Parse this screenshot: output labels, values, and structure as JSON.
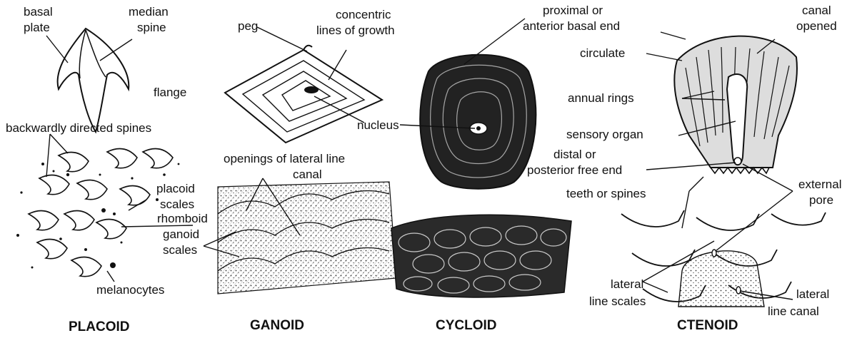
{
  "sections": [
    {
      "id": "placoid",
      "title": "PLACOID"
    },
    {
      "id": "ganoid",
      "title": "GANOID"
    },
    {
      "id": "cycloid",
      "title": "CYCLOID"
    },
    {
      "id": "ctenoid",
      "title": "CTENOID"
    }
  ],
  "labels": {
    "basal_plate": [
      "basal",
      "plate"
    ],
    "median_spine": [
      "median",
      "spine"
    ],
    "flange": "flange",
    "backwardly_directed_spines": "backwardly directed spines",
    "placoid_scales": [
      "placoid",
      "scales"
    ],
    "rhomboid_ganoid_scales": [
      "rhomboid",
      "ganoid",
      "scales"
    ],
    "melanocytes": "melanocytes",
    "peg": "peg",
    "concentric_lines": [
      "concentric",
      "lines of growth"
    ],
    "nucleus": "nucleus",
    "openings_lateral_line": [
      "openings of lateral line",
      "canal"
    ],
    "proximal_end": [
      "proximal or",
      "anterior basal end"
    ],
    "canal_opened": [
      "canal",
      "opened"
    ],
    "circulate": "circulate",
    "annual_rings": "annual rings",
    "sensory_organ": "sensory organ",
    "distal_end": [
      "distal or",
      "posterior free end"
    ],
    "teeth_or_spines": "teeth or spines",
    "external_pore": [
      "external",
      "pore"
    ],
    "lateral_line_scales": [
      "lateral",
      "line scales"
    ],
    "lateral_line_canal": [
      "lateral",
      "line canal"
    ]
  }
}
